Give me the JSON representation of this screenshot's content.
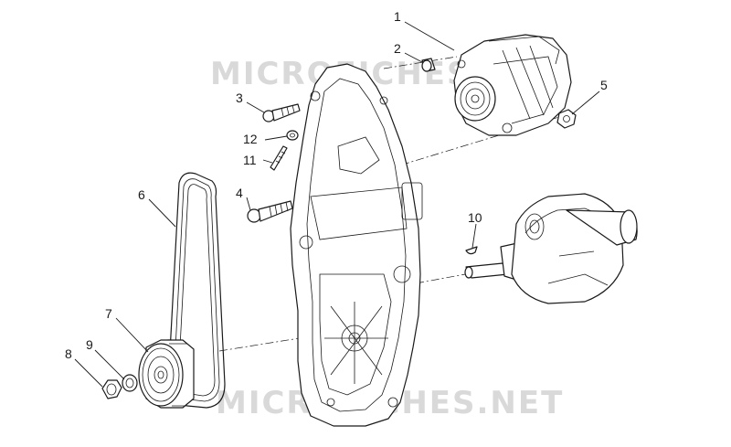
{
  "watermark": {
    "top": "MICROFICHES.NET",
    "bottom": "MICROFICHES.NET"
  },
  "callouts": [
    "1",
    "2",
    "3",
    "4",
    "5",
    "6",
    "7",
    "8",
    "9",
    "10",
    "11",
    "12"
  ],
  "parts": [
    {
      "id": "1",
      "name": "alternator-icon"
    },
    {
      "id": "2",
      "name": "spacer-bushing-icon"
    },
    {
      "id": "3",
      "name": "screw-icon"
    },
    {
      "id": "4",
      "name": "long-screw-icon"
    },
    {
      "id": "5",
      "name": "nut-icon"
    },
    {
      "id": "6",
      "name": "drive-belt-icon"
    },
    {
      "id": "7",
      "name": "crankshaft-pulley-icon"
    },
    {
      "id": "8",
      "name": "pulley-nut-icon"
    },
    {
      "id": "9",
      "name": "washer-icon"
    },
    {
      "id": "10",
      "name": "woodruff-key-icon"
    },
    {
      "id": "11",
      "name": "stud-bolt-icon"
    },
    {
      "id": "12",
      "name": "small-washer-icon"
    }
  ]
}
